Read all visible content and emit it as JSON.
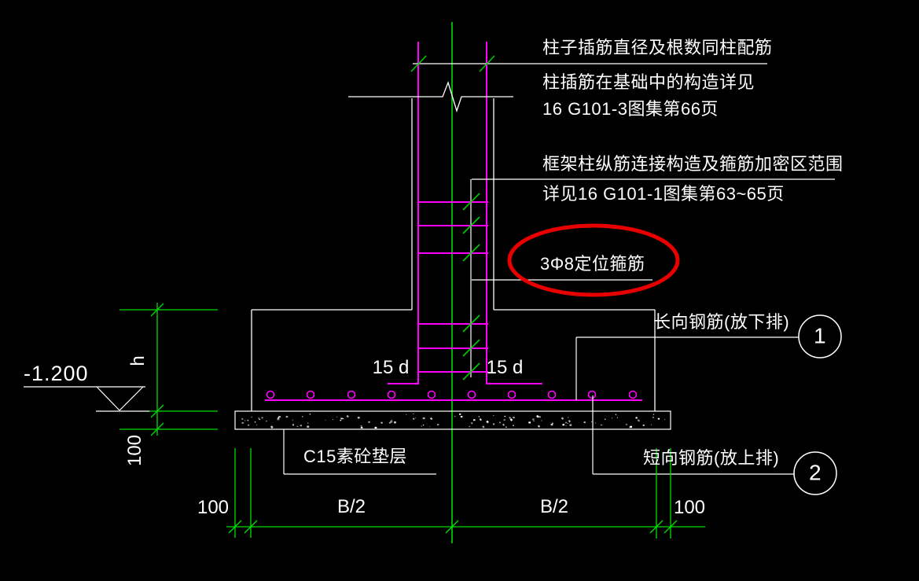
{
  "drawing": {
    "type": "column-footing-detail",
    "colors": {
      "background": "#000000",
      "dimension_green": "#00dd00",
      "rebar_magenta": "#ff00ff",
      "outline_white": "#ffffff",
      "highlight_red": "#e80000"
    },
    "notes": {
      "note1_line1": "柱子插筋直径及根数同柱配筋",
      "note1_line2": "柱插筋在基础中的构造详见",
      "note1_line3": "16 G101-3图集第66页",
      "note2_line1": "框架柱纵筋连接构造及箍筋加密区范围",
      "note2_line2": "详见16 G101-1图集第63~65页",
      "positioning_stirrup": "3Φ8定位箍筋",
      "long_bars": "长向钢筋(放下排)",
      "short_bars": "短向钢筋(放上排)",
      "bedding": "C15素砼垫层",
      "anchor_left": "15 d",
      "anchor_right": "15 d"
    },
    "dimensions": {
      "elevation": "-1.200",
      "footing_height": "h",
      "bedding_thickness": "100",
      "bottom_left_edge": "100",
      "bottom_left_half": "B/2",
      "bottom_right_half": "B/2",
      "bottom_right_edge": "100"
    },
    "callouts": {
      "callout_1": "1",
      "callout_2": "2"
    }
  }
}
